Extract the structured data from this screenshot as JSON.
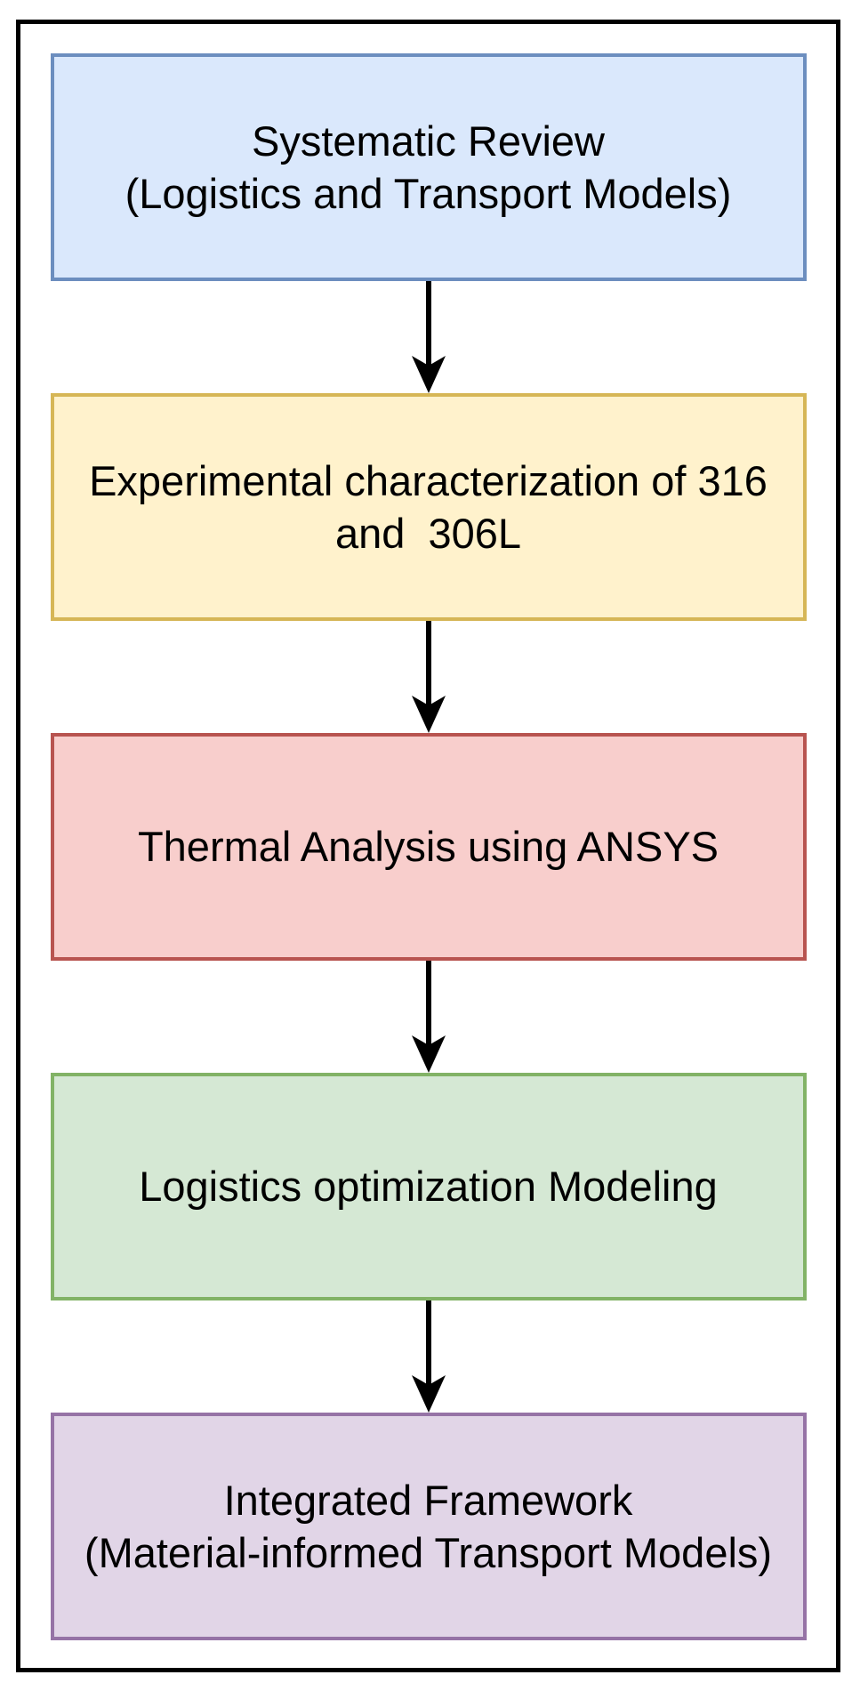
{
  "diagram": {
    "type": "flowchart",
    "background_color": "#ffffff",
    "frame_border_color": "#000000",
    "arrow_color": "#000000",
    "text_color": "#000000",
    "nodes": [
      {
        "id": "systematic-review",
        "label": "Systematic Review\n(Logistics and Transport Models)",
        "fill": "#dae8fc",
        "stroke": "#6c8ebf"
      },
      {
        "id": "experimental-characterization",
        "label": "Experimental characterization of 316\nand  306L",
        "fill": "#fff2cc",
        "stroke": "#d6b656"
      },
      {
        "id": "thermal-analysis",
        "label": "Thermal Analysis using ANSYS",
        "fill": "#f8cecc",
        "stroke": "#b85450"
      },
      {
        "id": "logistics-optimization",
        "label": "Logistics optimization Modeling",
        "fill": "#d5e8d4",
        "stroke": "#82b366"
      },
      {
        "id": "integrated-framework",
        "label": "Integrated Framework\n(Material-informed Transport Models)",
        "fill": "#e1d5e7",
        "stroke": "#9673a6"
      }
    ]
  }
}
